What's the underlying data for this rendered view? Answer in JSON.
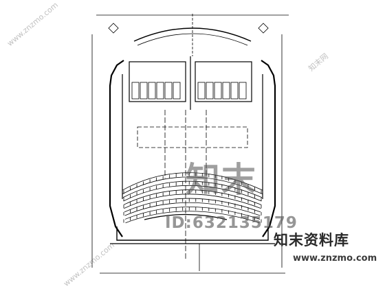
{
  "watermarks": {
    "main_text": "知末",
    "id_text": "ID:632135179",
    "brand_name": "知末资料库",
    "brand_url": "www.znzmo.com",
    "tiled_url": "www.znzmo.com",
    "tiled_brand": "知末网"
  },
  "colors": {
    "line": "#000000",
    "background": "#ffffff",
    "watermark": "#555555"
  },
  "drawing": {
    "type": "auditorium floor plan (CAD)",
    "seat_rows": 10,
    "restroom_blocks": 2
  }
}
